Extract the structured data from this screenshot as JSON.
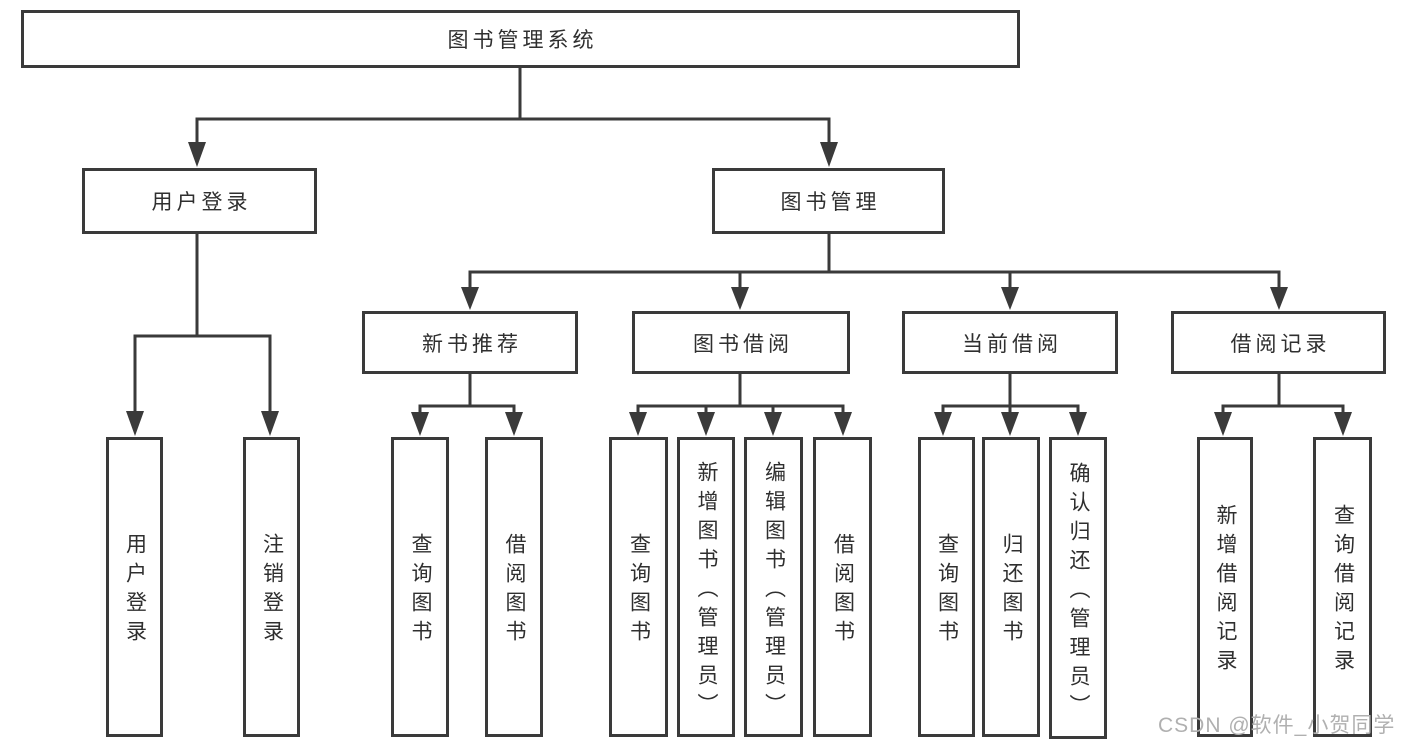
{
  "tree": {
    "root": {
      "label": "图书管理系统"
    },
    "branches": [
      {
        "label": "用户登录",
        "children": [
          {
            "label": "用户登录"
          },
          {
            "label": "注销登录"
          }
        ]
      },
      {
        "label": "图书管理",
        "groups": [
          {
            "label": "新书推荐",
            "children": [
              {
                "label": "查询图书"
              },
              {
                "label": "借阅图书"
              }
            ]
          },
          {
            "label": "图书借阅",
            "children": [
              {
                "label": "查询图书"
              },
              {
                "label": "新增图书（管理员）"
              },
              {
                "label": "编辑图书（管理员）"
              },
              {
                "label": "借阅图书"
              }
            ]
          },
          {
            "label": "当前借阅",
            "children": [
              {
                "label": "查询图书"
              },
              {
                "label": "归还图书"
              },
              {
                "label": "确认归还（管理员）"
              }
            ]
          },
          {
            "label": "借阅记录",
            "children": [
              {
                "label": "新增借阅记录"
              },
              {
                "label": "查询借阅记录"
              }
            ]
          }
        ]
      }
    ]
  },
  "watermark": "CSDN @软件_小贺同学",
  "colors": {
    "line": "#3a3a3a",
    "box_border": "#3a3a3a",
    "text": "#2f2f2f",
    "watermark": "#b0b0b0",
    "background": "#ffffff"
  }
}
